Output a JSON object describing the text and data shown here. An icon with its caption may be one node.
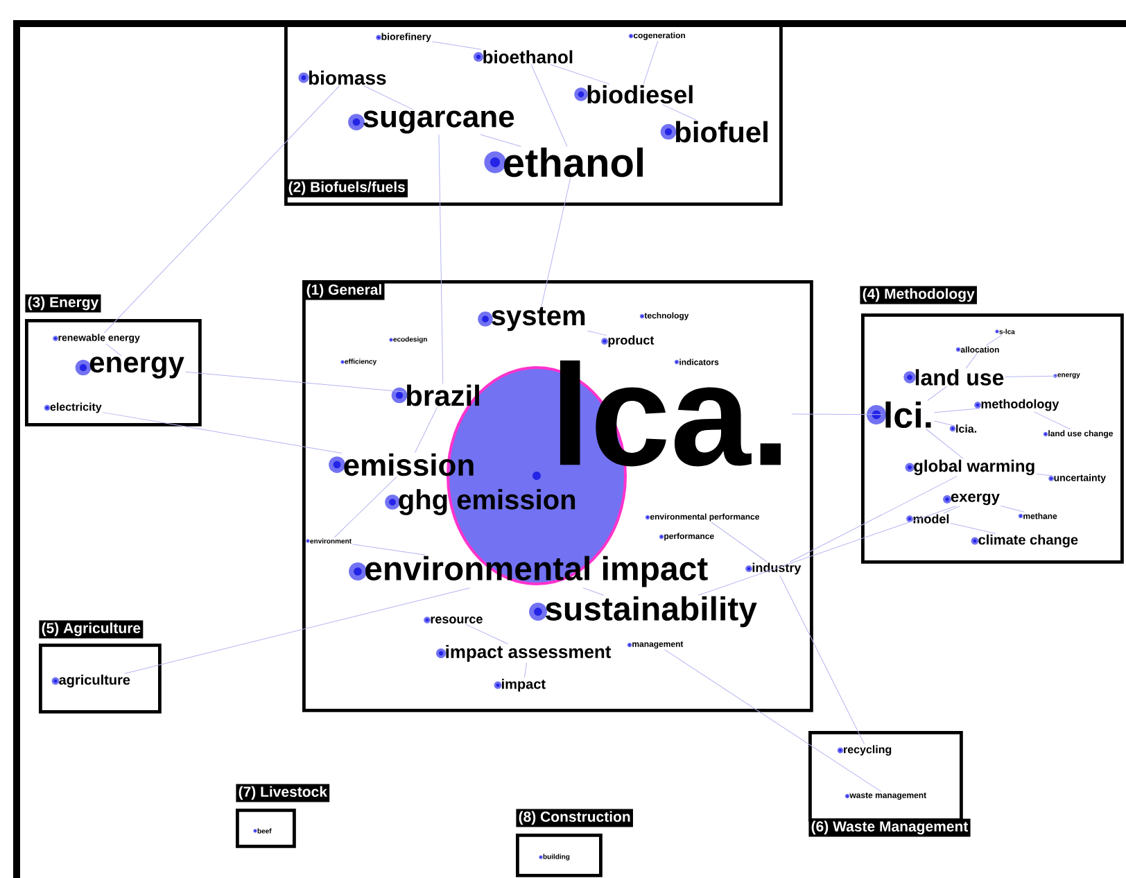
{
  "diagram": {
    "nodes": [
      {
        "text": [
          "(2) Biofuels/fuels"
        ]
      },
      {
        "text": [
          "biorefinery"
        ],
        "in": 0
      },
      {
        "text": [
          "cogeneration"
        ],
        "in": 0
      },
      {
        "text": [
          "bioethanol"
        ],
        "in": 0
      },
      {
        "text": [
          "biomass"
        ],
        "in": 0
      },
      {
        "text": [
          "biodiesel"
        ],
        "in": 0
      },
      {
        "text": [
          "sugarcane"
        ],
        "in": 0
      },
      {
        "text": [
          "biofuel"
        ],
        "in": 0
      },
      {
        "text": [
          "ethanol"
        ],
        "in": 0
      },
      {
        "text": [
          "(3) Energy"
        ]
      },
      {
        "text": [
          "renewable energy"
        ],
        "in": 9
      },
      {
        "text": [
          "energy"
        ],
        "in": 9
      },
      {
        "text": [
          "electricity"
        ],
        "in": 9
      },
      {
        "text": [
          "(1) General"
        ]
      },
      {
        "text": [
          "system"
        ],
        "in": 13
      },
      {
        "text": [
          "technology"
        ],
        "in": 13
      },
      {
        "text": [
          "ecodesign"
        ],
        "in": 13
      },
      {
        "text": [
          "product"
        ],
        "in": 13
      },
      {
        "text": [
          "efficiency"
        ],
        "in": 13
      },
      {
        "text": [
          "indicators"
        ],
        "in": 13
      },
      {
        "text": [
          "brazil"
        ],
        "in": 13
      },
      {
        "text": [
          "lca."
        ],
        "in": 13
      },
      {
        "text": [
          "emission"
        ],
        "in": 13
      },
      {
        "text": [
          "ghg emission"
        ],
        "in": 13
      },
      {
        "text": [
          "environmental performance"
        ],
        "in": 13
      },
      {
        "text": [
          "environment"
        ],
        "in": 13
      },
      {
        "text": [
          "performance"
        ],
        "in": 13
      },
      {
        "text": [
          "environmental impact"
        ],
        "in": 13
      },
      {
        "text": [
          "industry"
        ],
        "in": 13
      },
      {
        "text": [
          "sustainability"
        ],
        "in": 13
      },
      {
        "text": [
          "resource"
        ],
        "in": 13
      },
      {
        "text": [
          "management"
        ],
        "in": 13
      },
      {
        "text": [
          "impact assessment"
        ],
        "in": 13
      },
      {
        "text": [
          "impact"
        ],
        "in": 13
      },
      {
        "text": [
          "(4) Methodology"
        ]
      },
      {
        "text": [
          "s-lca"
        ],
        "in": 34
      },
      {
        "text": [
          "allocation"
        ],
        "in": 34
      },
      {
        "text": [
          "land use"
        ],
        "in": 34
      },
      {
        "text": [
          "energy"
        ],
        "in": 34
      },
      {
        "text": [
          "methodology"
        ],
        "in": 34
      },
      {
        "text": [
          "lci."
        ],
        "in": 34
      },
      {
        "text": [
          "lcia."
        ],
        "in": 34
      },
      {
        "text": [
          "land use change"
        ],
        "in": 34
      },
      {
        "text": [
          "global warming"
        ],
        "in": 34
      },
      {
        "text": [
          "uncertainty"
        ],
        "in": 34
      },
      {
        "text": [
          "exergy"
        ],
        "in": 34
      },
      {
        "text": [
          "model"
        ],
        "in": 34
      },
      {
        "text": [
          "methane"
        ],
        "in": 34
      },
      {
        "text": [
          "climate change"
        ],
        "in": 34
      },
      {
        "text": [
          "(5) Agriculture"
        ]
      },
      {
        "text": [
          "agriculture"
        ],
        "in": 49
      },
      {
        "text": [
          "(6) Waste Management"
        ]
      },
      {
        "text": [
          "recycling"
        ],
        "in": 51
      },
      {
        "text": [
          "waste management"
        ],
        "in": 51
      },
      {
        "text": [
          "(7) Livestock"
        ]
      },
      {
        "text": [
          "beef"
        ],
        "in": 54
      },
      {
        "text": [
          "(8) Construction"
        ]
      },
      {
        "text": [
          "building"
        ],
        "in": 56
      }
    ],
    "edges": [
      {
        "from": 4,
        "to": 6,
        "arrow": "none"
      },
      {
        "from": 6,
        "to": 8,
        "arrow": "none"
      },
      {
        "from": 3,
        "to": 5,
        "arrow": "none"
      },
      {
        "from": 5,
        "to": 7,
        "arrow": "none"
      },
      {
        "from": 1,
        "to": 3,
        "arrow": "none"
      },
      {
        "from": 2,
        "to": 5,
        "arrow": "none"
      },
      {
        "from": 3,
        "to": 8,
        "arrow": "none"
      },
      {
        "from": 8,
        "to": 14,
        "arrow": "none"
      },
      {
        "from": 6,
        "to": 20,
        "arrow": "none"
      },
      {
        "from": 4,
        "to": 10,
        "arrow": "none"
      },
      {
        "from": 10,
        "to": 11,
        "arrow": "none"
      },
      {
        "from": 11,
        "to": 20,
        "arrow": "none"
      },
      {
        "from": 12,
        "to": 22,
        "arrow": "none"
      },
      {
        "from": 50,
        "to": 27,
        "arrow": "none"
      },
      {
        "from": 52,
        "to": 28,
        "arrow": "none"
      },
      {
        "from": 53,
        "to": 31,
        "arrow": "none"
      },
      {
        "from": 40,
        "to": 21,
        "arrow": "none"
      },
      {
        "from": 37,
        "to": 40,
        "arrow": "none"
      },
      {
        "from": 40,
        "to": 39,
        "arrow": "none"
      },
      {
        "from": 40,
        "to": 41,
        "arrow": "none"
      },
      {
        "from": 40,
        "to": 43,
        "arrow": "none"
      },
      {
        "from": 37,
        "to": 38,
        "arrow": "none"
      },
      {
        "from": 39,
        "to": 42,
        "arrow": "none"
      },
      {
        "from": 43,
        "to": 44,
        "arrow": "none"
      },
      {
        "from": 45,
        "to": 46,
        "arrow": "none"
      },
      {
        "from": 45,
        "to": 47,
        "arrow": "none"
      },
      {
        "from": 48,
        "to": 46,
        "arrow": "none"
      },
      {
        "from": 35,
        "to": 36,
        "arrow": "none"
      },
      {
        "from": 36,
        "to": 37,
        "arrow": "none"
      },
      {
        "from": 20,
        "to": 22,
        "arrow": "none"
      },
      {
        "from": 22,
        "to": 25,
        "arrow": "none"
      },
      {
        "from": 25,
        "to": 27,
        "arrow": "none"
      },
      {
        "from": 27,
        "to": 29,
        "arrow": "none"
      },
      {
        "from": 30,
        "to": 32,
        "arrow": "none"
      },
      {
        "from": 32,
        "to": 33,
        "arrow": "none"
      },
      {
        "from": 14,
        "to": 17,
        "arrow": "none"
      },
      {
        "from": 24,
        "to": 28,
        "arrow": "none"
      },
      {
        "from": 45,
        "to": 29,
        "arrow": "none"
      },
      {
        "from": 43,
        "to": 28,
        "arrow": "none"
      }
    ]
  }
}
